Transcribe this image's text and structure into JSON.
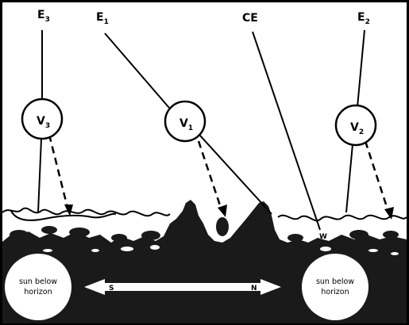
{
  "electrodes": {
    "e3": {
      "letter": "E",
      "sub": "3"
    },
    "e1": {
      "letter": "E",
      "sub": "1"
    },
    "ce": {
      "label": "CE"
    },
    "e2": {
      "letter": "E",
      "sub": "2"
    }
  },
  "voltmeters": {
    "v3": {
      "letter": "V",
      "sub": "3"
    },
    "v1": {
      "letter": "V",
      "sub": "1"
    },
    "v2": {
      "letter": "V",
      "sub": "2"
    }
  },
  "markers": {
    "w": "W"
  },
  "sun_left": {
    "line1": "sun below",
    "line2": "horizon"
  },
  "sun_right": {
    "line1": "sun below",
    "line2": "horizon"
  },
  "axis": {
    "south": "S",
    "north": "N"
  }
}
